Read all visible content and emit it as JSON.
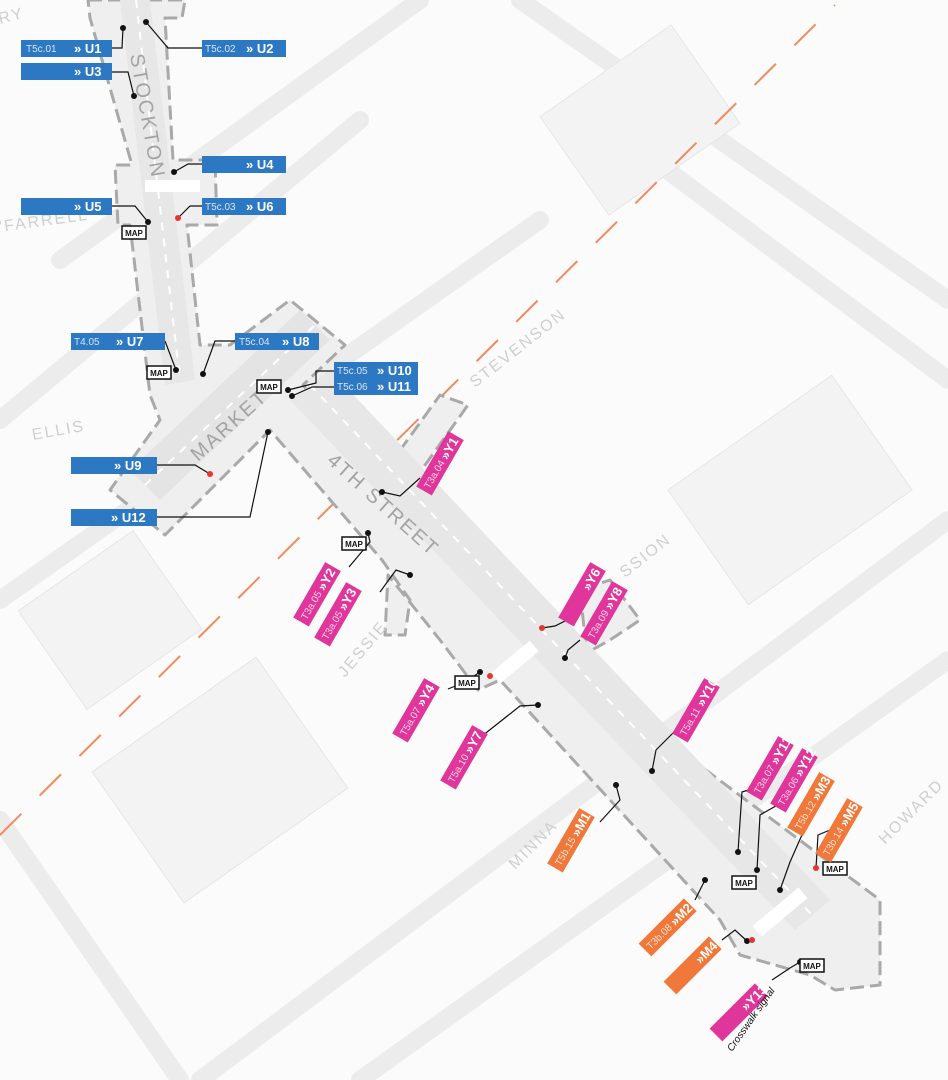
{
  "colors": {
    "blue": "#2c78c2",
    "magenta": "#e0359a",
    "orange": "#f0783a",
    "corridor": "#eeeeee",
    "outline": "#a9a9a9",
    "dash_line": "#f28a5c"
  },
  "streets": {
    "geary": "RY",
    "ofarrell": "'FARRELL",
    "stockton": "STOCKTON",
    "ellis": "ELLIS",
    "market": "MARKET",
    "fourth": "4TH STREET",
    "stevenson": "STEVENSON",
    "mission": "SSION",
    "jessie": "JESSIE",
    "minna": "MINNA",
    "howard": "HOWARD"
  },
  "map_button": "MAP",
  "annotation": "Crosswalk signal",
  "icons": {
    "stop_marker": "stop-dot-icon",
    "signal_marker": "signal-dot-icon",
    "map_kiosk": "map-kiosk-icon"
  },
  "blue_labels": [
    {
      "code": "T5c.01",
      "stop": "» U1"
    },
    {
      "code": "T5c.02",
      "stop": "» U2"
    },
    {
      "code": "",
      "stop": "» U3"
    },
    {
      "code": "",
      "stop": "» U4"
    },
    {
      "code": "",
      "stop": "» U5"
    },
    {
      "code": "T5c.03",
      "stop": "» U6"
    },
    {
      "code": "T4.05",
      "stop": "» U7"
    },
    {
      "code": "T5c.04",
      "stop": "» U8"
    },
    {
      "code": "T5c.05",
      "stop": "» U10"
    },
    {
      "code": "T5c.06",
      "stop": "» U11"
    },
    {
      "code": "",
      "stop": "» U9"
    },
    {
      "code": "",
      "stop": "» U12"
    }
  ],
  "rotated_labels": [
    {
      "code": "T3a.04",
      "stop": "»Y1"
    },
    {
      "code": "T3a.05",
      "stop": "»Y2"
    },
    {
      "code": "T3a.05",
      "stop": "»Y3"
    },
    {
      "code": "",
      "stop": "»Y6"
    },
    {
      "code": "T3a.09",
      "stop": "»Y8"
    },
    {
      "code": "T5a.07",
      "stop": "»Y4"
    },
    {
      "code": "T5a.10",
      "stop": "»Y7"
    },
    {
      "code": "T5a.11",
      "stop": "»Y10"
    },
    {
      "code": "T5b.15",
      "stop": "»M1"
    },
    {
      "code": "T3a.07",
      "stop": "»Y11"
    },
    {
      "code": "T3a.06",
      "stop": "»Y12"
    },
    {
      "code": "T5b.12",
      "stop": "»M3"
    },
    {
      "code": "T3b.14",
      "stop": "»M5"
    },
    {
      "code": "T3b.08",
      "stop": "»M2"
    },
    {
      "code": "",
      "stop": "»M4"
    },
    {
      "code": "",
      "stop": "»Y13"
    }
  ]
}
